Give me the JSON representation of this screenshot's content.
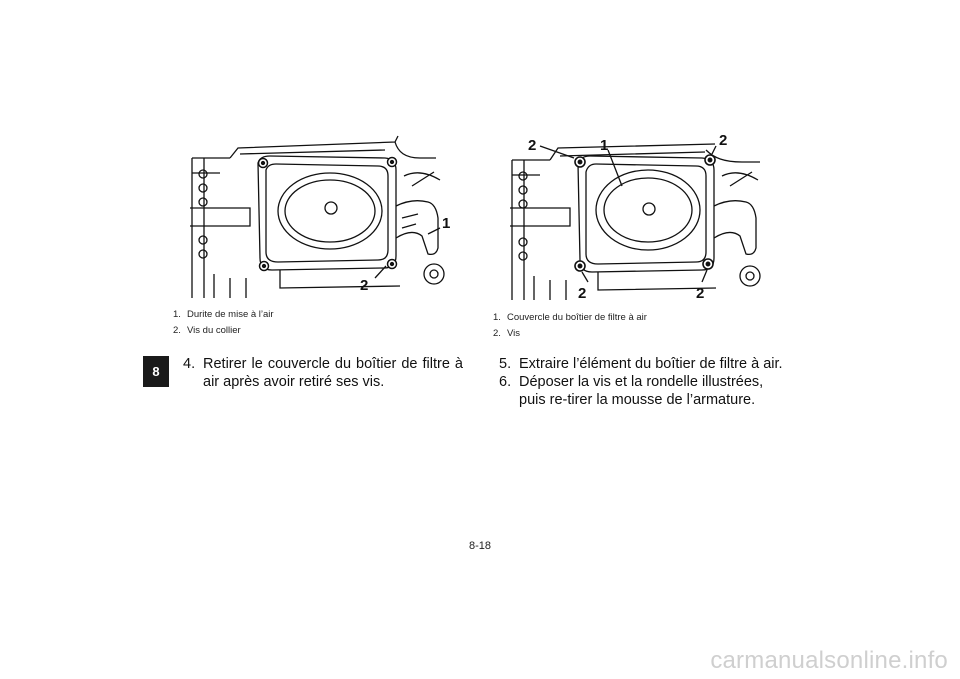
{
  "chapter_tab": "8",
  "left_figure": {
    "callouts": [
      "1",
      "2"
    ],
    "captions": [
      {
        "num": "1.",
        "text": "Durite de mise à l’air"
      },
      {
        "num": "2.",
        "text": "Vis du collier"
      }
    ]
  },
  "right_figure": {
    "callouts": [
      "1",
      "2",
      "2",
      "2",
      "2"
    ],
    "captions": [
      {
        "num": "1.",
        "text": "Couvercle du boîtier de filtre à air"
      },
      {
        "num": "2.",
        "text": "Vis"
      }
    ]
  },
  "left_steps": [
    {
      "num": "4.",
      "text": "Retirer le couvercle du boîtier de filtre à air après avoir retiré ses vis."
    }
  ],
  "right_steps": [
    {
      "num": "5.",
      "text": "Extraire l’élément du boîtier de filtre à air."
    },
    {
      "num": "6.",
      "text": "Déposer la vis et la rondelle illustrées, puis re-tirer la mousse de l’armature."
    }
  ],
  "page_number": "8-18",
  "watermark": "carmanualsonline.info"
}
